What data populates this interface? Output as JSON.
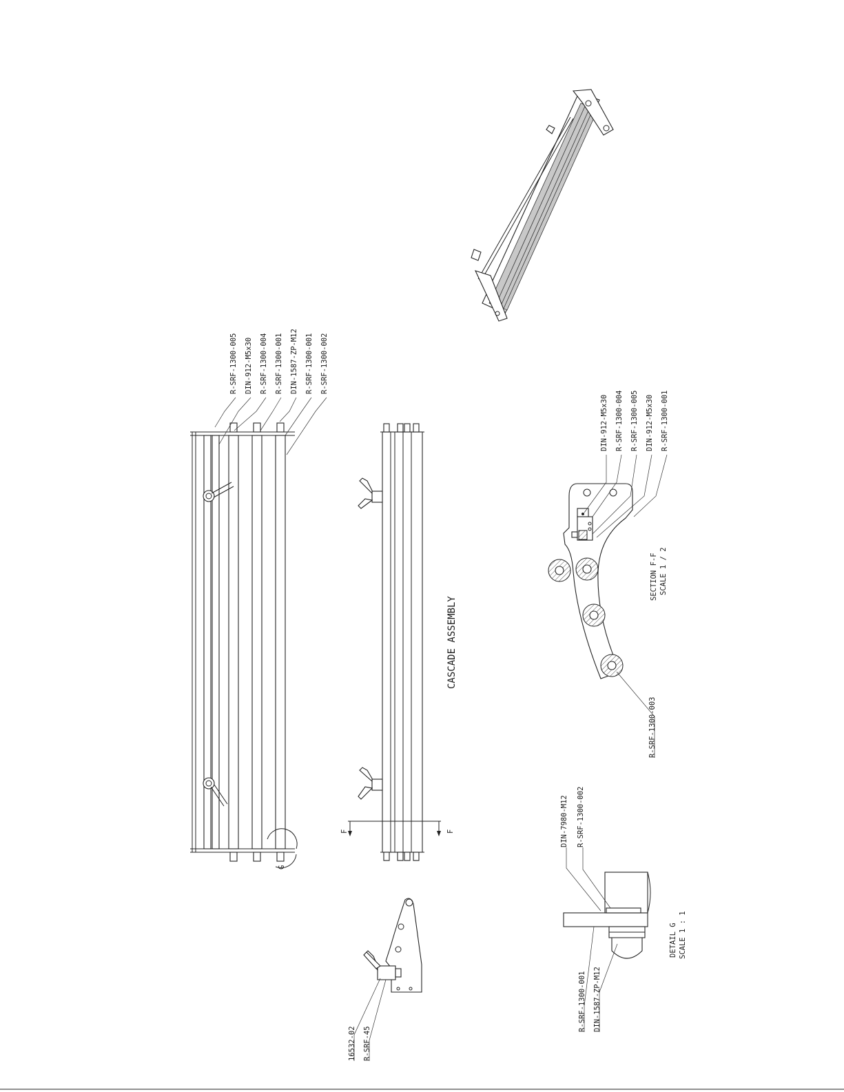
{
  "title": "CASCADE ASSEMBLY",
  "main_view_labels": [
    "R-SRF-1300-005",
    "DIN-912-M5x30",
    "R-SRF-1300-004",
    "R-SRF-1300-001",
    "DIN-1587-ZP-M12",
    "R-SRF-1300-001",
    "R-SRF-1300-002"
  ],
  "detail_g_marker": "G",
  "section_marker_left": "F",
  "section_marker_right": "F",
  "section_ff": {
    "labels": [
      "DIN-912-M5x30",
      "R-SRF-1300-004",
      "R-SRF-1300-005",
      "DIN-912-M5x30",
      "R-SRF-1300-001"
    ],
    "bottom_label": "R-SRF-1300-003",
    "caption": "SECTION  F-F",
    "scale": "SCALE 1 / 2"
  },
  "bracket_view": {
    "labels": [
      "16532-02",
      "R-SRF-45"
    ]
  },
  "detail_g": {
    "top_labels": [
      "DIN-7980-M12",
      "R-SRF-1300-002"
    ],
    "bottom_labels": [
      "R-SRF-1300-001",
      "DIN-1587-ZP-M12"
    ],
    "caption": "DETAIL  G",
    "scale": "SCALE 1 : 1"
  }
}
